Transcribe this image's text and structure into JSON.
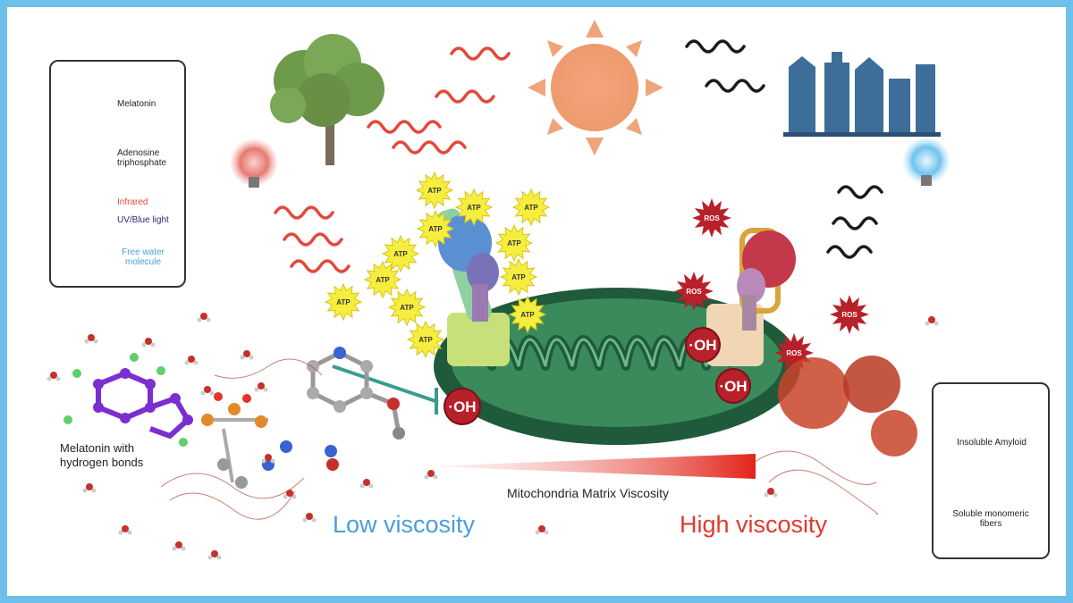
{
  "legend": {
    "items": [
      {
        "label": "Melatonin",
        "icon": "melatonin-molecule-icon"
      },
      {
        "label": "Adenosine triphosphate",
        "icon": "atp-molecule-icon"
      },
      {
        "label": "Infrared",
        "icon": "infrared-wave-icon",
        "color": "#e2493b"
      },
      {
        "label": "UV/Blue light",
        "icon": "uv-wave-icon",
        "color": "#2a2a72"
      },
      {
        "label": "Free water molecule",
        "icon": "water-molecule-icon",
        "color": "#4a9fd8"
      }
    ]
  },
  "legend2": {
    "items": [
      {
        "label": "Insoluble Amyloid",
        "icon": "amyloid-icon"
      },
      {
        "label": "Soluble monomeric fibers",
        "icon": "fibers-icon"
      }
    ]
  },
  "labels": {
    "melatonin_hbonds": "Melatonin with hydrogen bonds",
    "gradient": "Mitochondria Matrix Viscosity",
    "low": "Low viscosity",
    "high": "High viscosity",
    "atp": "ATP",
    "ros": "ROS",
    "oh": "·OH"
  },
  "colors": {
    "frame": "#6cc0ea",
    "infrared": "#e2493b",
    "uv": "#1b1b1b",
    "sun": "#f0a47a",
    "mito": "#1f5a3a",
    "low": "#4a9fd8",
    "high": "#e03a2e"
  }
}
